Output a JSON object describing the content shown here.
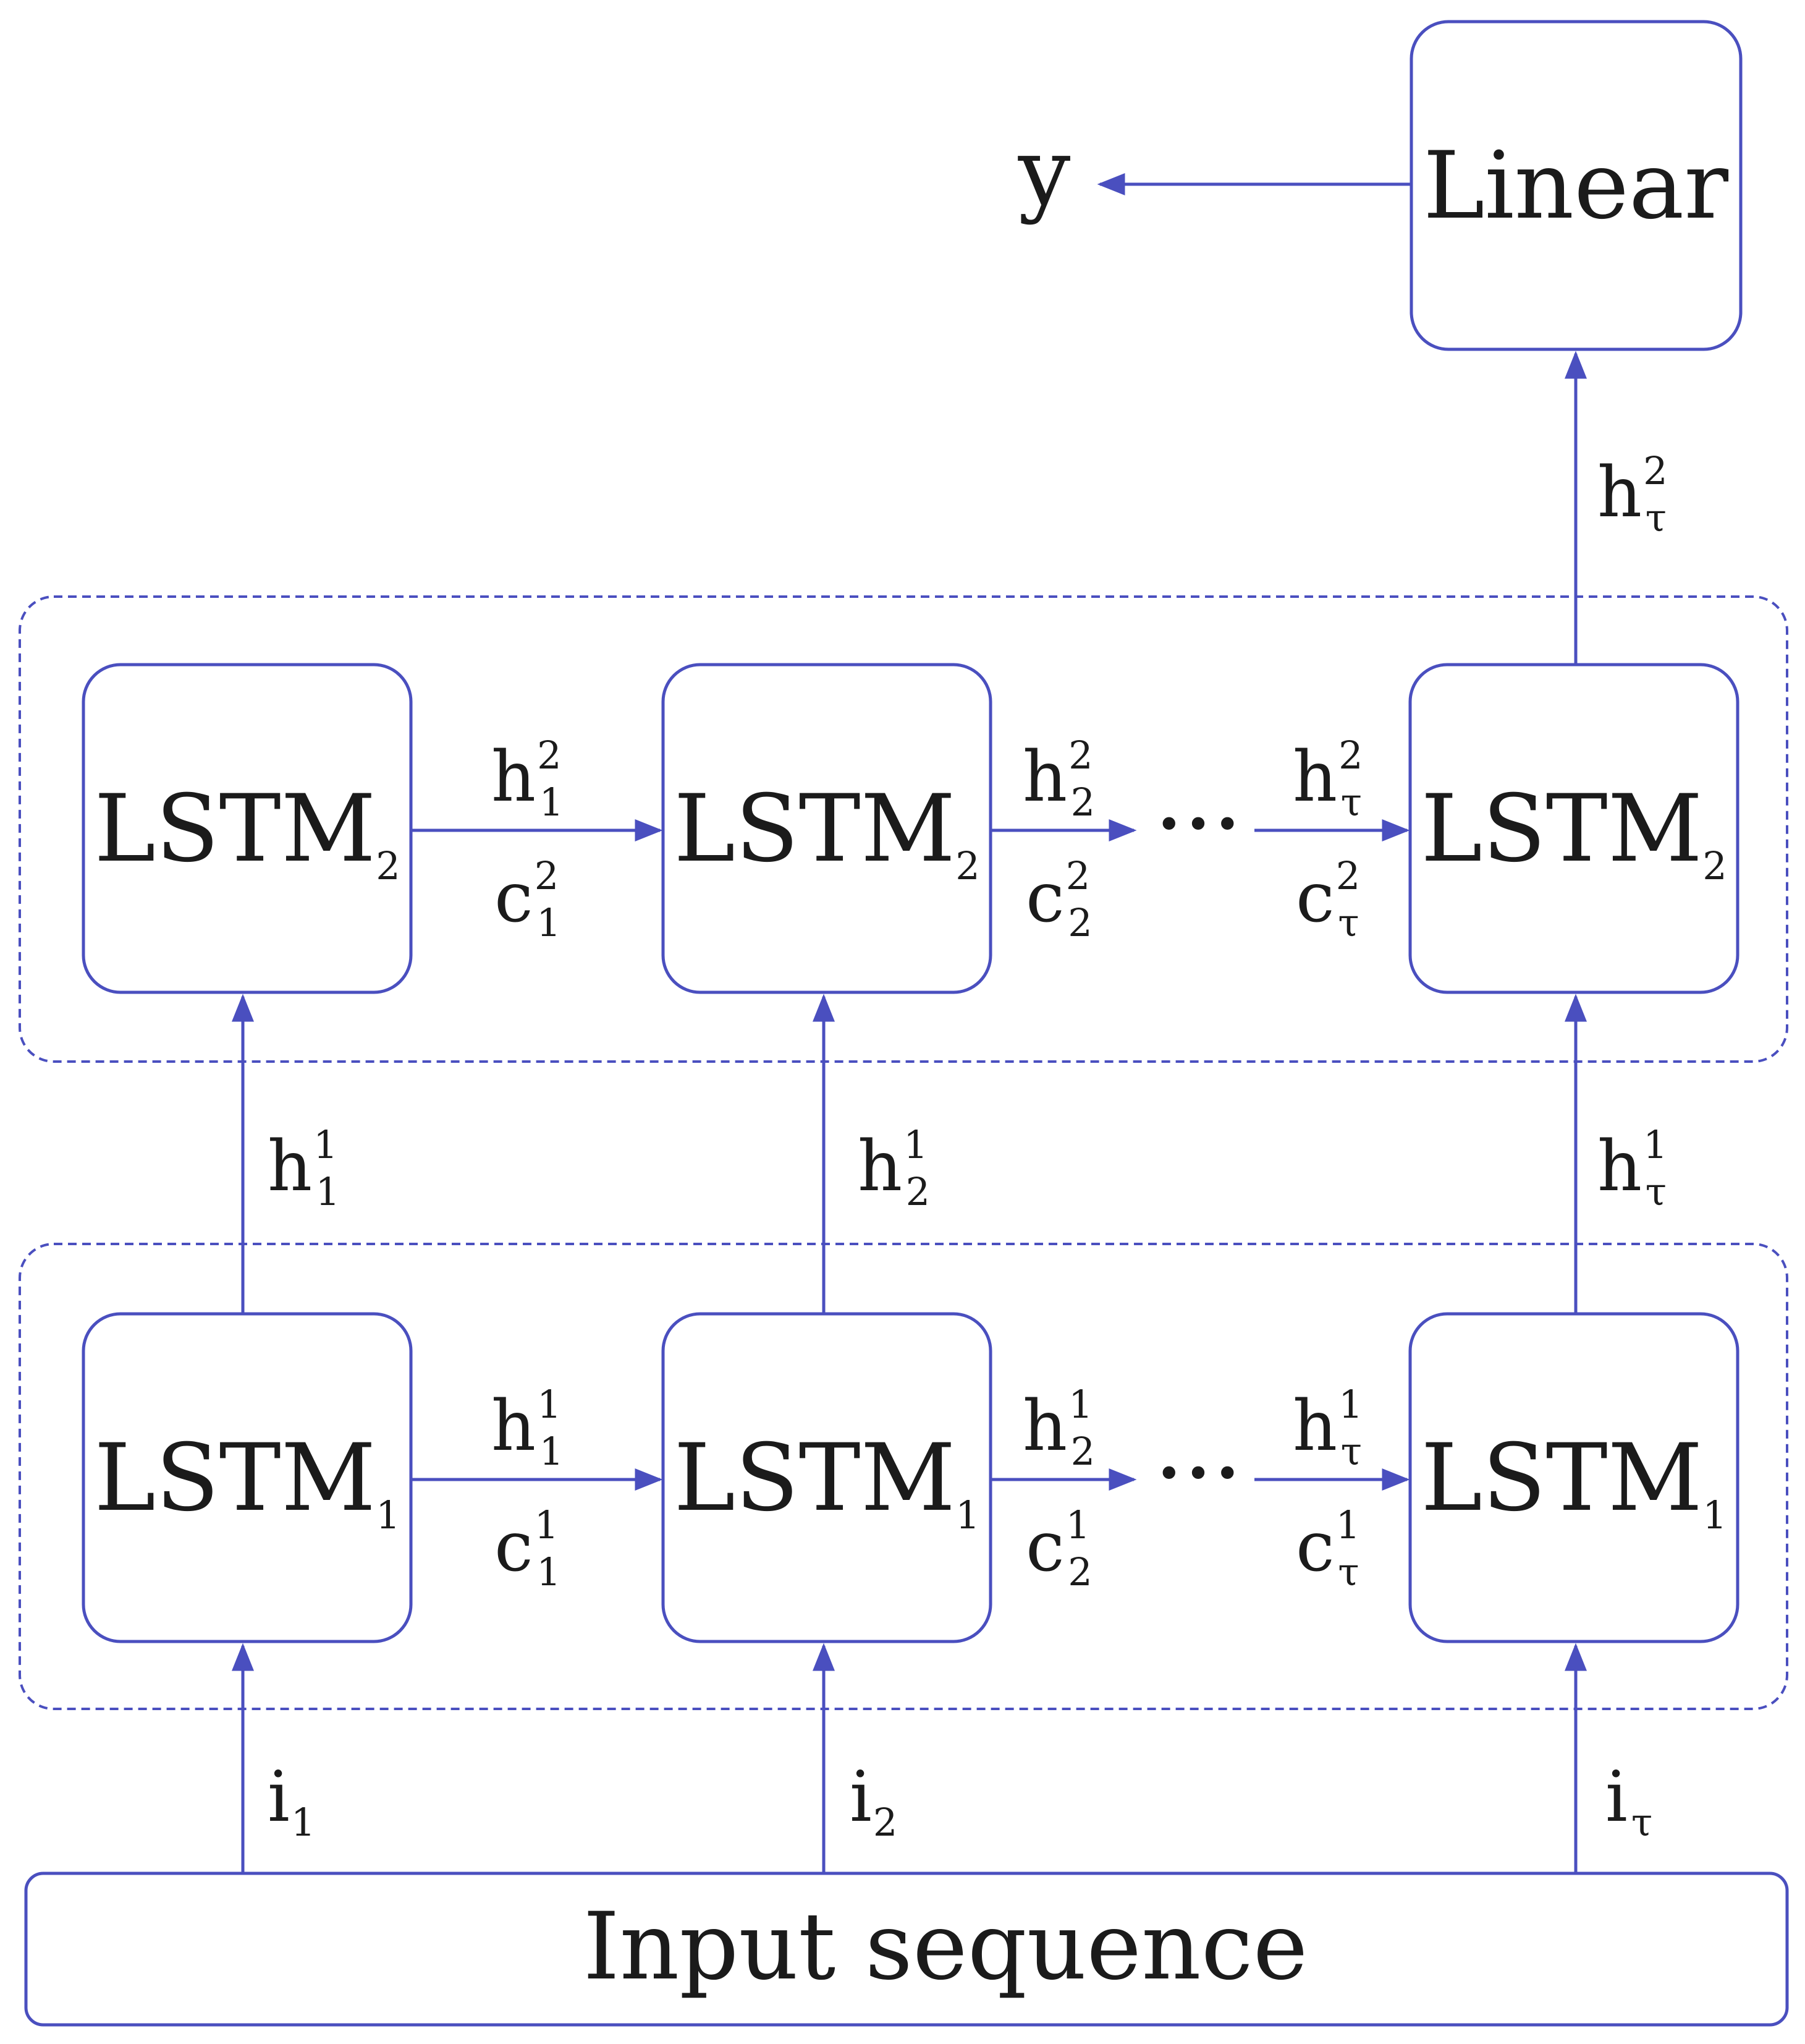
{
  "colors": {
    "stroke": "#4a4fbf",
    "text": "#1b1b1b"
  },
  "output": {
    "label": "y"
  },
  "linear": {
    "label": "Linear"
  },
  "input": {
    "label": "Input sequence"
  },
  "lstm_label": "LSTM",
  "layer2": {
    "subscript": "2",
    "cells": [
      {
        "name": "LSTM",
        "index": "2"
      },
      {
        "name": "LSTM",
        "index": "2"
      },
      {
        "name": "LSTM",
        "index": "2"
      }
    ]
  },
  "layer1": {
    "subscript": "1",
    "cells": [
      {
        "name": "LSTM",
        "index": "1"
      },
      {
        "name": "LSTM",
        "index": "1"
      },
      {
        "name": "LSTM",
        "index": "1"
      }
    ]
  },
  "ellipsis": "•••",
  "symbols": {
    "h": "h",
    "c": "c",
    "i": "i",
    "tau": "τ",
    "one": "1",
    "two": "2"
  }
}
